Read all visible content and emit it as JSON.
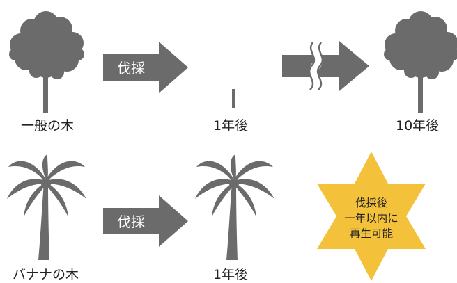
{
  "row1": {
    "tree_caption": "一般の木",
    "arrow_label": "伐採",
    "stump_caption": "1年後",
    "regrown_caption": "10年後"
  },
  "row2": {
    "tree_caption": "バナナの木",
    "arrow_label": "伐採",
    "regrown_caption": "1年後"
  },
  "star": {
    "lines": [
      "伐採後",
      "一年以内に",
      "再生可能"
    ]
  },
  "colors": {
    "tree": "#6b6b6b",
    "arrow": "#6b6b6b",
    "star": "#f3c23a"
  }
}
